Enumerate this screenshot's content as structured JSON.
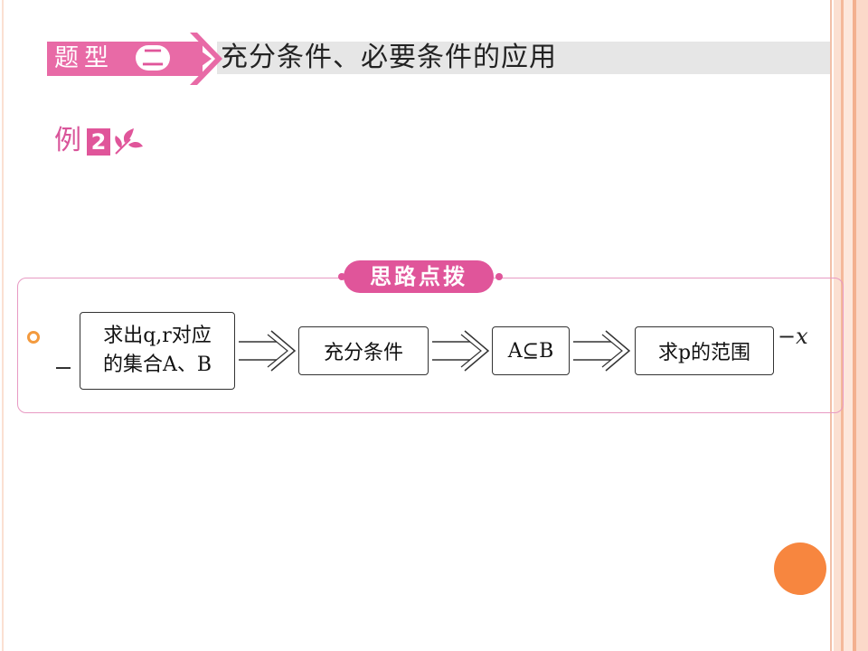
{
  "header": {
    "type_label": "题型",
    "type_number": "二",
    "title": "充分条件、必要条件的应用"
  },
  "example": {
    "label": "例",
    "number": "2"
  },
  "thinking": {
    "badge": "思路点拨",
    "steps": [
      {
        "line1": "求出q,r对应",
        "line2": "的集合A、B"
      },
      {
        "line1": "充分条件"
      },
      {
        "line1": "A⊆B"
      },
      {
        "line1": "求p的范围"
      }
    ],
    "trailing_text": "−x"
  },
  "colors": {
    "accent_pink": "#e0559a",
    "bullet_orange": "#f39a3e",
    "corner_dot": "#f7863f"
  }
}
